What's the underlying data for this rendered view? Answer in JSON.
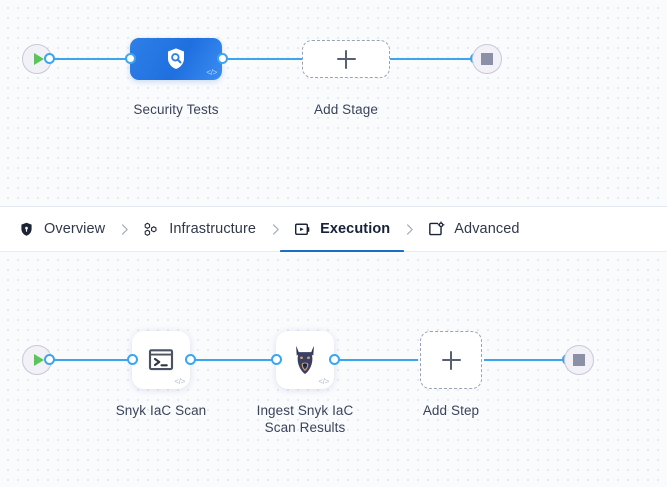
{
  "tabs": [
    {
      "label": "Overview",
      "icon": "shield-icon",
      "active": false
    },
    {
      "label": "Infrastructure",
      "icon": "hexagon-cluster-icon",
      "active": false
    },
    {
      "label": "Execution",
      "icon": "play-box-icon",
      "active": true
    },
    {
      "label": "Advanced",
      "icon": "window-gear-icon",
      "active": false
    }
  ],
  "stage_pipeline": {
    "start_node": {
      "name": "start",
      "icon": "play-icon"
    },
    "end_node": {
      "name": "end",
      "icon": "stop-icon"
    },
    "nodes": [
      {
        "label": "Security Tests",
        "icon": "shield-search-icon",
        "badge": "</>",
        "type": "stage"
      },
      {
        "label": "Add Stage",
        "icon": "plus-icon",
        "type": "add"
      }
    ]
  },
  "step_pipeline": {
    "start_node": {
      "name": "start",
      "icon": "play-icon"
    },
    "end_node": {
      "name": "end",
      "icon": "stop-icon"
    },
    "nodes": [
      {
        "label": "Snyk IaC Scan",
        "icon": "terminal-icon",
        "badge": "</>",
        "type": "step"
      },
      {
        "label": "Ingest Snyk IaC Scan Results",
        "label_line1": "Ingest Snyk IaC",
        "label_line2": "Scan Results",
        "icon": "doberman-icon",
        "badge": "</>",
        "type": "step"
      },
      {
        "label": "Add Step",
        "icon": "plus-icon",
        "type": "add"
      }
    ]
  },
  "colors": {
    "edge": "#3ca5ee",
    "stage_node": "#1f6fe0",
    "active_tab_underline": "#1a6ec4",
    "canvas": "#f9fbfd",
    "start_play": "#5cc45c",
    "stop_square": "#8b90a6"
  }
}
